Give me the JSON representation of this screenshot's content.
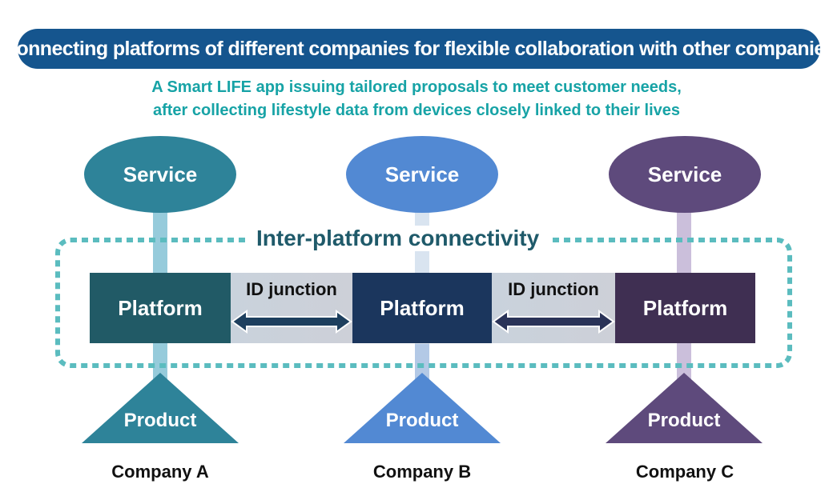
{
  "banner": {
    "title": "Connecting platforms of different companies for flexible collaboration with other companies"
  },
  "subtitle": {
    "line1": "A Smart LIFE app issuing tailored proposals to meet customer needs,",
    "line2": "after collecting lifestyle data from devices closely linked to their lives"
  },
  "connectivity": {
    "label": "Inter-platform connectivity"
  },
  "colors": {
    "banner": "#15558e",
    "subtitle": "#17a3a6",
    "dotted_border": "#5bbcbf",
    "company_a": "#2e8399",
    "company_b": "#5289d3",
    "company_c": "#5e4a7c"
  },
  "companies": [
    {
      "name": "Company A",
      "service": "Service",
      "platform": "Platform",
      "product": "Product"
    },
    {
      "name": "Company B",
      "service": "Service",
      "platform": "Platform",
      "product": "Product"
    },
    {
      "name": "Company C",
      "service": "Service",
      "platform": "Platform",
      "product": "Product"
    }
  ],
  "junctions": [
    {
      "label": "ID junction",
      "icon": "double-arrow-icon"
    },
    {
      "label": "ID junction",
      "icon": "double-arrow-icon"
    }
  ]
}
